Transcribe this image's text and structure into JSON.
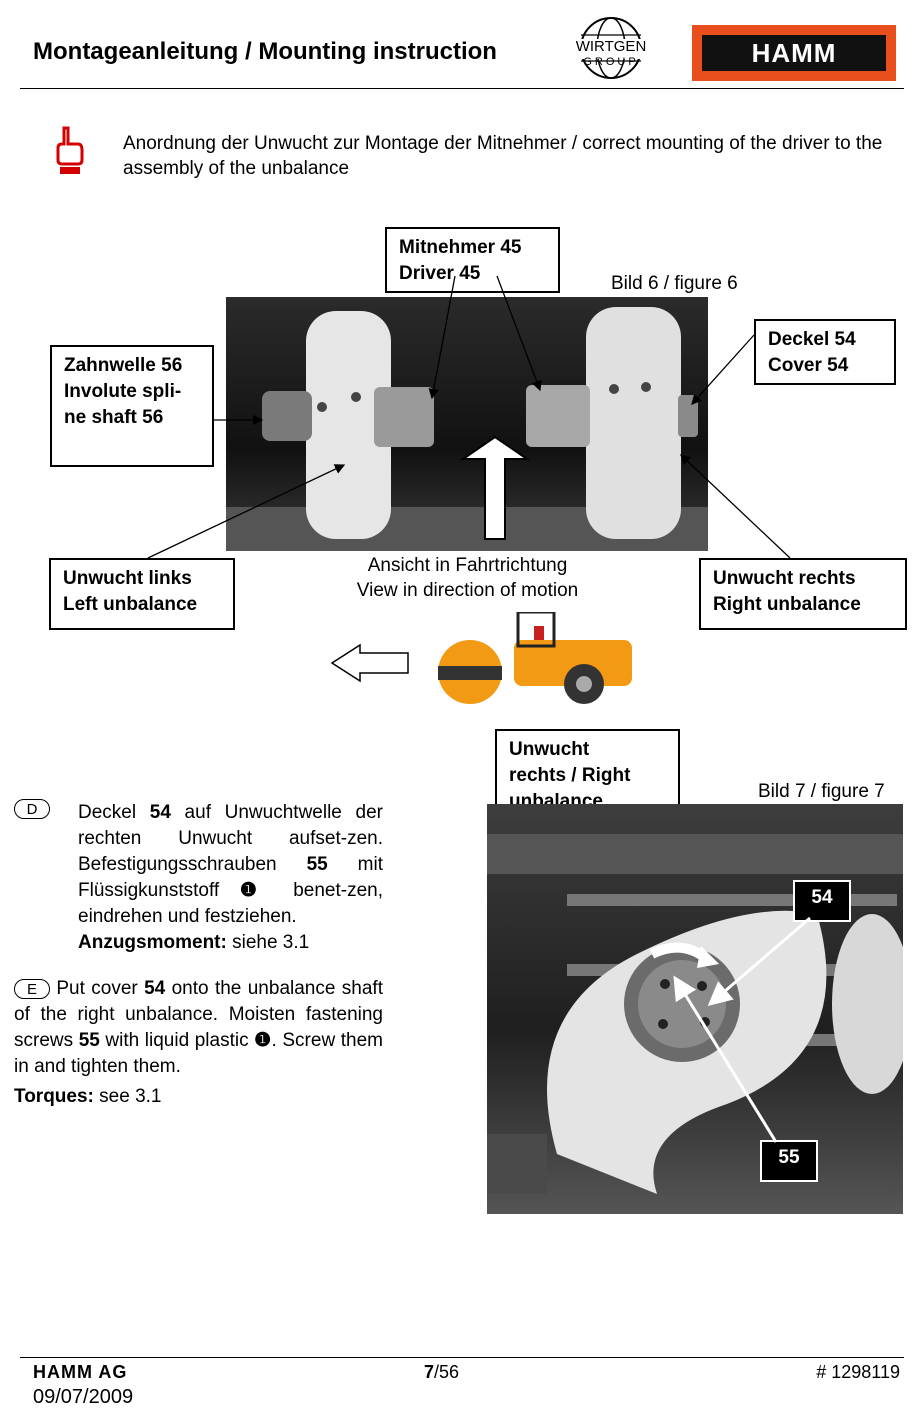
{
  "header": {
    "title": "Montageanleitung / Mounting instruction",
    "wirtgen_logo": "WIRTGEN GROUP",
    "hamm_logo": "HAMM"
  },
  "notice": {
    "icon": "hand-pointer-warning-icon",
    "text": "Anordnung der Unwucht zur Montage der Mitnehmer / correct mounting of the driver to the assembly of the unbalance"
  },
  "figure6": {
    "caption": "Bild 6 / figure 6",
    "callouts": {
      "driver": [
        "Mitnehmer  45",
        "Driver 45"
      ],
      "cover": [
        "Deckel 54",
        "Cover 54"
      ],
      "shaft": [
        "Zahnwelle 56",
        "Involute spli-",
        "ne shaft 56"
      ],
      "left_unbalance": [
        "Unwucht links",
        "Left unbalance"
      ],
      "right_unbalance": [
        "Unwucht rechts",
        "Right unbalance"
      ]
    },
    "view_text": [
      "Ansicht in Fahrtrichtung",
      "View in direction of motion"
    ]
  },
  "figure7": {
    "caption": "Bild 7 / figure 7",
    "callout": [
      "Unwucht",
      "rechts / Right",
      "unbalance"
    ],
    "label_54": "54",
    "label_55": "55"
  },
  "instructions": {
    "de_icon": "D",
    "de": {
      "part1": "Deckel ",
      "bold1": "54",
      "part2": " auf Unwuchtwelle der rechten Unwucht  aufset-zen. Befestigungsschrauben ",
      "bold2": "55",
      "part3": " mit Flüssigkunststoff ",
      "marker": "❶",
      "part4": " benet-zen, eindrehen und festziehen.",
      "torque_label": "Anzugsmoment:",
      "torque_value": " siehe 3.1"
    },
    "en_icon": "E",
    "en": {
      "part1": " Put cover ",
      "bold1": "54",
      "part2": " onto the unbalance shaft of the right unbalance. Moisten fastening screws ",
      "bold2": "55",
      "part3": " with liquid plastic ",
      "marker": "❶",
      "part4": ".  Screw them in and tighten them.",
      "torque_label": "Torques:",
      "torque_value": " see 3.1"
    }
  },
  "footer": {
    "company": "HAMM AG",
    "page_current": "7",
    "page_total": "/56",
    "doc_number": "# 1298119",
    "date": "09/07/2009"
  }
}
